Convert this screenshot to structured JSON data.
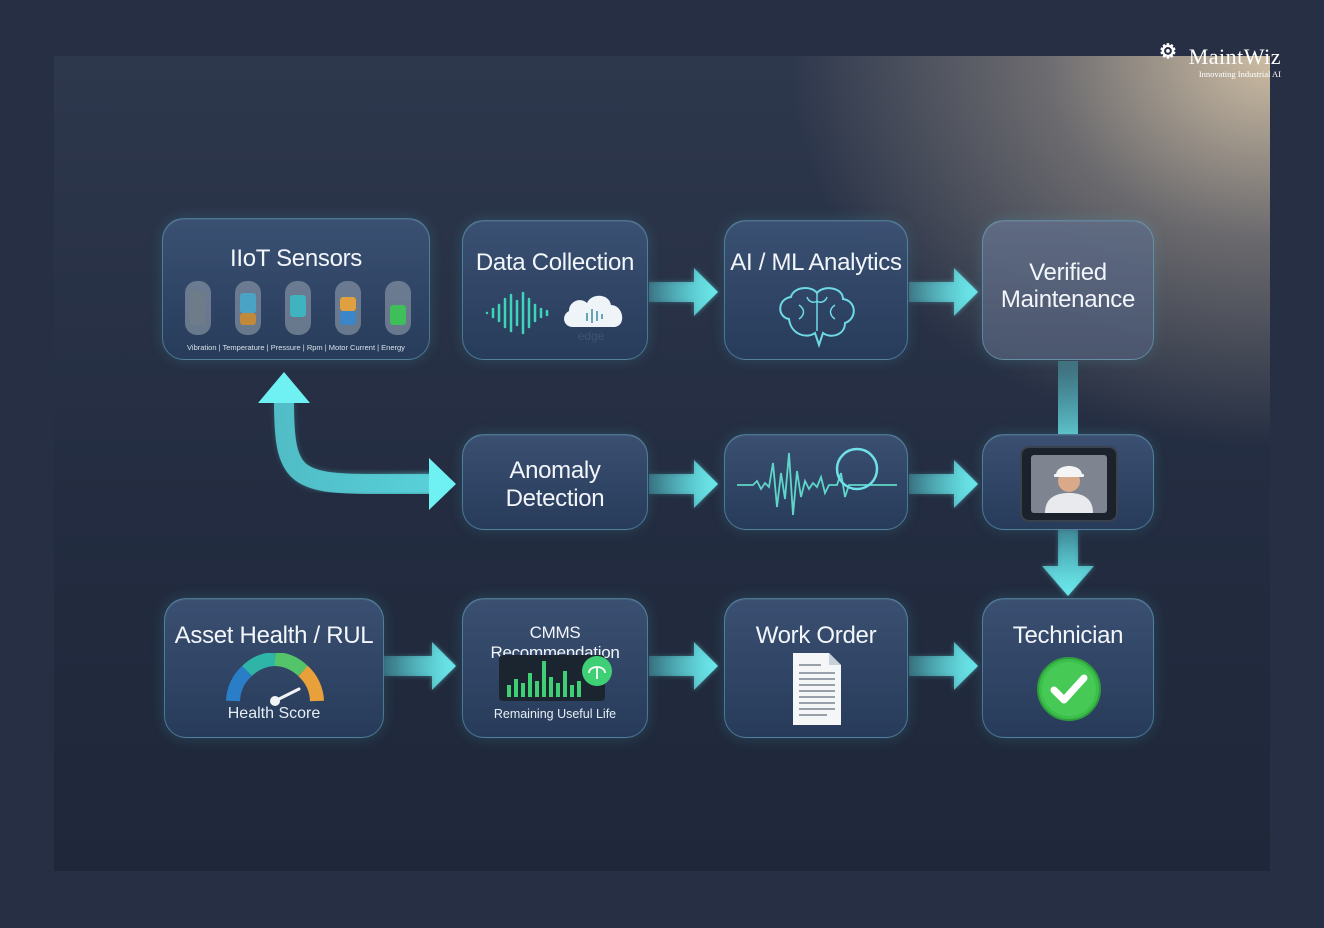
{
  "brand": {
    "name": "MaintWiz",
    "tagline": "Innovating Industrial AI"
  },
  "nodes": {
    "iiot": {
      "title": "IIoT Sensors",
      "caption": "Vibration | Temperature | Pressure | Rpm | Motor Current | Energy"
    },
    "data_collection": {
      "title": "Data Collection",
      "caption": "edge"
    },
    "ai_ml": {
      "title": "AI / ML Analytics"
    },
    "verified": {
      "title_line1": "Verified",
      "title_line2": "Maintenance"
    },
    "anomaly": {
      "title_line1": "Anomaly",
      "title_line2": "Detection"
    },
    "asset_health": {
      "title": "Asset Health / RUL",
      "caption": "Health Score"
    },
    "cmms": {
      "title": "CMMS Recommendation",
      "caption": "Remaining Useful Life"
    },
    "work_order": {
      "title": "Work Order"
    },
    "technician": {
      "title": "Technician"
    }
  },
  "colors": {
    "accent": "#5de6ec",
    "success": "#3bbf4a",
    "node_border": "#6ebed2"
  }
}
